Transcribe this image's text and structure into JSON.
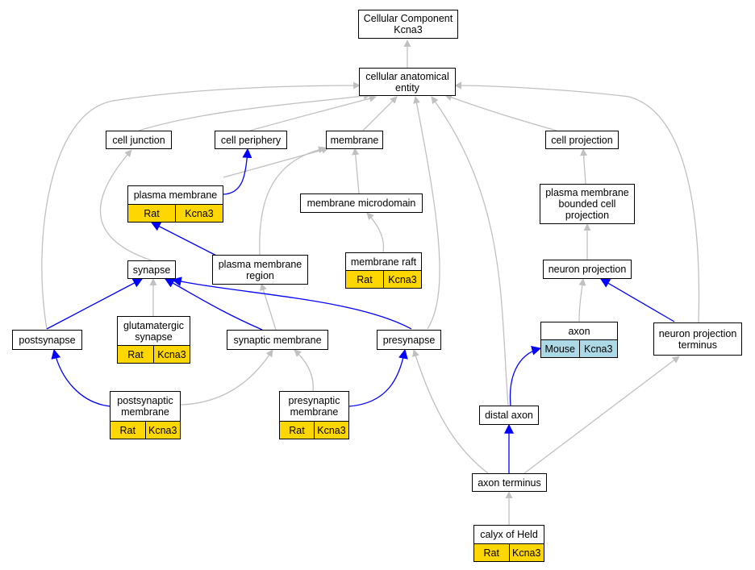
{
  "colors": {
    "generic_edge": "#c0c0c0",
    "annotated_edge": "#0000ff",
    "rat_cell": "#ffd700",
    "mouse_cell": "#add8e6"
  },
  "nodes": {
    "root": {
      "label": "Cellular Component\nKcna3"
    },
    "cae": {
      "label": "cellular anatomical\nentity"
    },
    "cell_junction": {
      "label": "cell junction"
    },
    "cell_periphery": {
      "label": "cell periphery"
    },
    "membrane": {
      "label": "membrane"
    },
    "cell_projection": {
      "label": "cell projection"
    },
    "plasma_membrane": {
      "label": "plasma membrane",
      "species": "Rat",
      "gene": "Kcna3"
    },
    "membrane_microdomain": {
      "label": "membrane microdomain"
    },
    "pmbcp": {
      "label": "plasma membrane\nbounded cell\nprojection"
    },
    "synapse": {
      "label": "synapse"
    },
    "pm_region": {
      "label": "plasma membrane\nregion"
    },
    "membrane_raft": {
      "label": "membrane raft",
      "species": "Rat",
      "gene": "Kcna3"
    },
    "neuron_projection": {
      "label": "neuron projection"
    },
    "glut_synapse": {
      "label": "glutamatergic\nsynapse",
      "species": "Rat",
      "gene": "Kcna3"
    },
    "postsynapse": {
      "label": "postsynapse"
    },
    "synaptic_membrane": {
      "label": "synaptic membrane"
    },
    "presynapse": {
      "label": "presynapse"
    },
    "axon": {
      "label": "axon",
      "species": "Mouse",
      "gene": "Kcna3"
    },
    "npt": {
      "label": "neuron projection\nterminus"
    },
    "postsyn_membrane": {
      "label": "postsynaptic\nmembrane",
      "species": "Rat",
      "gene": "Kcna3"
    },
    "presyn_membrane": {
      "label": "presynaptic\nmembrane",
      "species": "Rat",
      "gene": "Kcna3"
    },
    "distal_axon": {
      "label": "distal axon"
    },
    "axon_terminus": {
      "label": "axon terminus"
    },
    "calyx": {
      "label": "calyx of Held",
      "species": "Rat",
      "gene": "Kcna3"
    }
  }
}
